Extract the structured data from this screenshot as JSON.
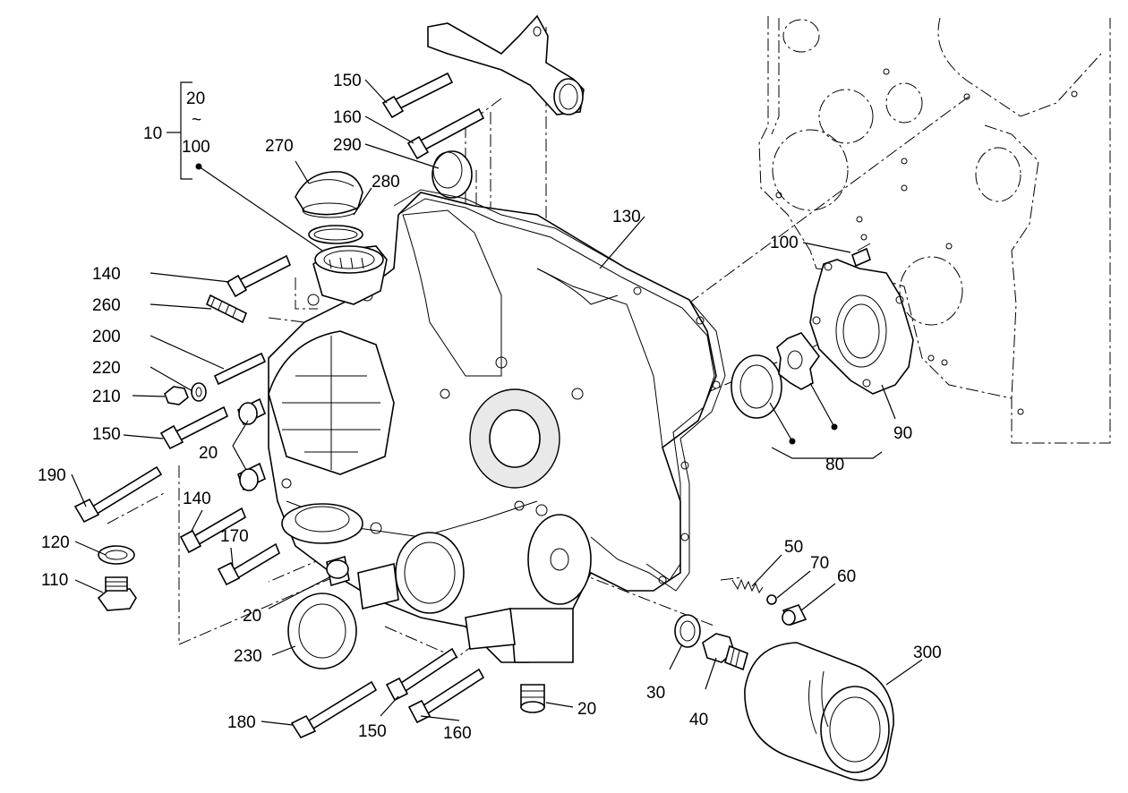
{
  "labels": {
    "l10": "10",
    "l20a": "20",
    "tilde": "~",
    "l100a": "100",
    "l150a": "150",
    "l160a": "160",
    "l270": "270",
    "l290": "290",
    "l280": "280",
    "l130": "130",
    "l100b": "100",
    "l140a": "140",
    "l260": "260",
    "l200": "200",
    "l220": "220",
    "l210": "210",
    "l150b": "150",
    "l20b": "20",
    "l190": "190",
    "l140b": "140",
    "l120": "120",
    "l170": "170",
    "l110": "110",
    "l20c": "20",
    "l230": "230",
    "l180": "180",
    "l150c": "150",
    "l160b": "160",
    "l20d": "20",
    "l30": "30",
    "l40": "40",
    "l50": "50",
    "l70": "70",
    "l60": "60",
    "l300": "300",
    "l80": "80",
    "l90": "90"
  }
}
